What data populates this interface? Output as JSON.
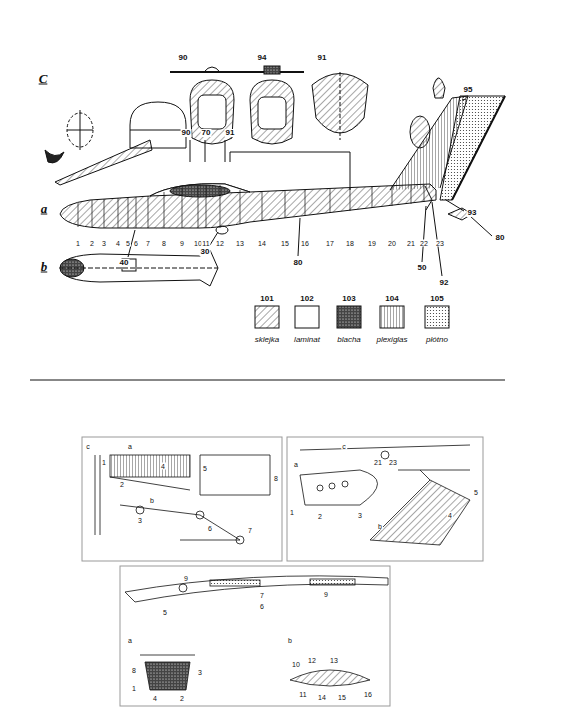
{
  "diagram": {
    "labels": [
      "C",
      "90",
      "94",
      "91",
      "95",
      "90",
      "70",
      "91",
      "a",
      "1",
      "2",
      "3",
      "4",
      "5",
      "6",
      "7",
      "8",
      "9",
      "10",
      "11",
      "12",
      "13",
      "14",
      "15",
      "16",
      "17",
      "18",
      "19",
      "20",
      "21",
      "22",
      "23",
      "40",
      "30",
      "80",
      "50",
      "92",
      "93",
      "80",
      "b",
      "101",
      "102",
      "103",
      "104",
      "105",
      "c",
      "a",
      "b",
      "1",
      "2",
      "3",
      "4",
      "5",
      "6",
      "7",
      "8",
      "c",
      "a",
      "b",
      "21",
      "23",
      "1",
      "2",
      "3",
      "4",
      "5",
      "9",
      "7",
      "9",
      "5",
      "6",
      "a",
      "b",
      "8",
      "1",
      "4",
      "2",
      "3",
      "10",
      "12",
      "13",
      "11",
      "14",
      "15",
      "16"
    ],
    "legend": [
      {
        "text": "sklejka"
      },
      {
        "text": "laminat"
      },
      {
        "text": "blacha"
      },
      {
        "text": "plexiglas"
      },
      {
        "text": "płótno"
      }
    ]
  }
}
